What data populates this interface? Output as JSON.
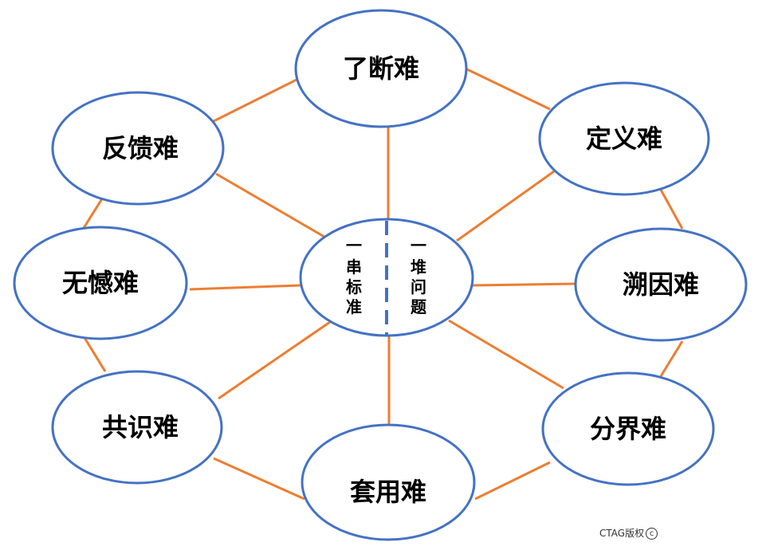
{
  "center": {
    "left_text": [
      "一",
      "串",
      "标",
      "准"
    ],
    "right_text": [
      "一",
      "堆",
      "问",
      "题"
    ]
  },
  "nodes": [
    {
      "id": "top",
      "label": "了断难"
    },
    {
      "id": "upper-right",
      "label": "定义难"
    },
    {
      "id": "right",
      "label": "溯因难"
    },
    {
      "id": "lower-right",
      "label": "分界难"
    },
    {
      "id": "bottom",
      "label": "套用难"
    },
    {
      "id": "lower-left",
      "label": "共识难"
    },
    {
      "id": "left",
      "label": "无憾难"
    },
    {
      "id": "upper-left",
      "label": "反馈难"
    }
  ],
  "watermark": {
    "text": "CTAG版权",
    "symbol": "c"
  },
  "colors": {
    "node_border": "#4472C4",
    "edge": "#ED7D31"
  }
}
